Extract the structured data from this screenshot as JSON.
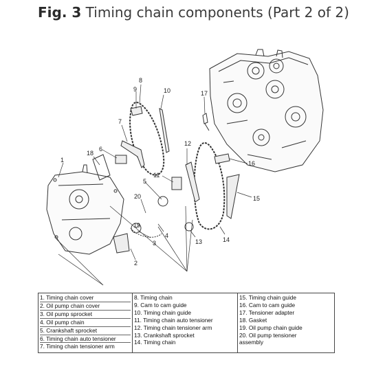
{
  "figure": {
    "label": "Fig. 3",
    "title": "Timing chain components (Part 2 of 2)"
  },
  "callouts": [
    "1",
    "2",
    "3",
    "4",
    "5",
    "6",
    "7",
    "8",
    "9",
    "10",
    "11",
    "12",
    "13",
    "14",
    "15",
    "16",
    "17",
    "18",
    "19",
    "20"
  ],
  "legend": {
    "col1": [
      "1. Timing chain cover",
      "2. Oil pump chain cover",
      "3. Oil pump sprocket",
      "4. Oil pump chain",
      "5. Crankshaft sprocket",
      "6. Timing chain auto tensioner",
      "7. Timing chain tensioner arm"
    ],
    "col2": [
      "8. Timing chain",
      "9. Cam to cam guide",
      "10. Timing chain guide",
      "11. Timing chain auto tensioner",
      "12. Timing chain tensioner arm",
      "13. Crankshaft sprocket",
      "14. Timing chain"
    ],
    "col3": [
      "15. Timing chain guide",
      "16. Cam to cam guide",
      "17. Tensioner adapter",
      "18. Gasket",
      "19. Oil pump chain guide",
      "20. Oil pump tensioner",
      "assembly"
    ]
  }
}
